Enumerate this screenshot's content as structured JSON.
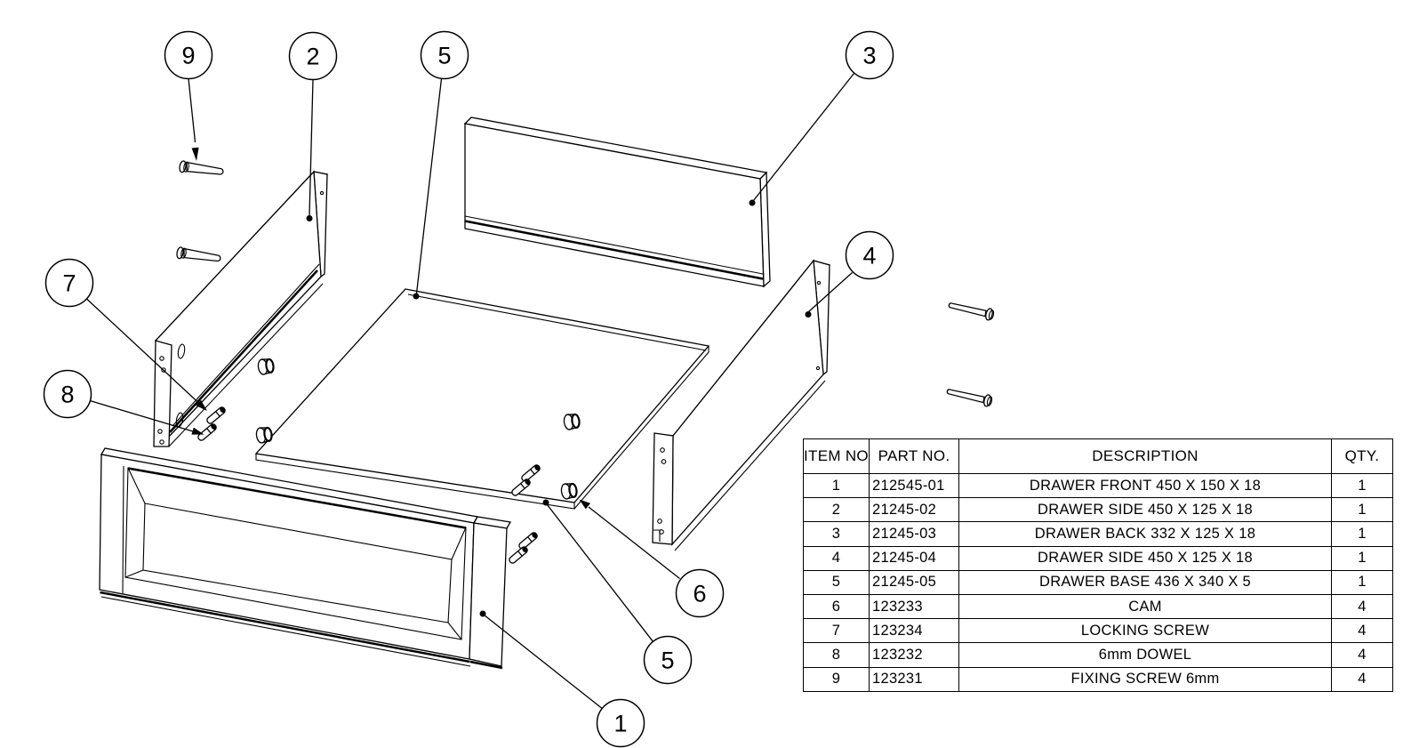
{
  "colors": {
    "line": "#000000",
    "background": "#ffffff"
  },
  "balloons": {
    "b9": {
      "label": "9"
    },
    "b2": {
      "label": "2"
    },
    "b5_top": {
      "label": "5"
    },
    "b3": {
      "label": "3"
    },
    "b4": {
      "label": "4"
    },
    "b7": {
      "label": "7"
    },
    "b8": {
      "label": "8"
    },
    "b6": {
      "label": "6"
    },
    "b5_bottom": {
      "label": "5"
    },
    "b1": {
      "label": "1"
    }
  },
  "table": {
    "headers": {
      "item_no": "ITEM NO.",
      "part_no": "PART NO.",
      "description": "DESCRIPTION",
      "qty": "QTY."
    },
    "rows": [
      {
        "item_no": "1",
        "part_no": "212545-01",
        "description": "DRAWER FRONT 450 X 150 X 18",
        "qty": "1"
      },
      {
        "item_no": "2",
        "part_no": "21245-02",
        "description": "DRAWER SIDE 450 X 125 X 18",
        "qty": "1"
      },
      {
        "item_no": "3",
        "part_no": "21245-03",
        "description": "DRAWER BACK 332 X 125 X 18",
        "qty": "1"
      },
      {
        "item_no": "4",
        "part_no": "21245-04",
        "description": "DRAWER SIDE 450 X 125 X 18",
        "qty": "1"
      },
      {
        "item_no": "5",
        "part_no": "21245-05",
        "description": "DRAWER BASE 436 X 340 X 5",
        "qty": "1"
      },
      {
        "item_no": "6",
        "part_no": "123233",
        "description": "CAM",
        "qty": "4"
      },
      {
        "item_no": "7",
        "part_no": "123234",
        "description": "LOCKING SCREW",
        "qty": "4"
      },
      {
        "item_no": "8",
        "part_no": "123232",
        "description": "6mm DOWEL",
        "qty": "4"
      },
      {
        "item_no": "9",
        "part_no": "123231",
        "description": "FIXING SCREW 6mm",
        "qty": "4"
      }
    ]
  }
}
